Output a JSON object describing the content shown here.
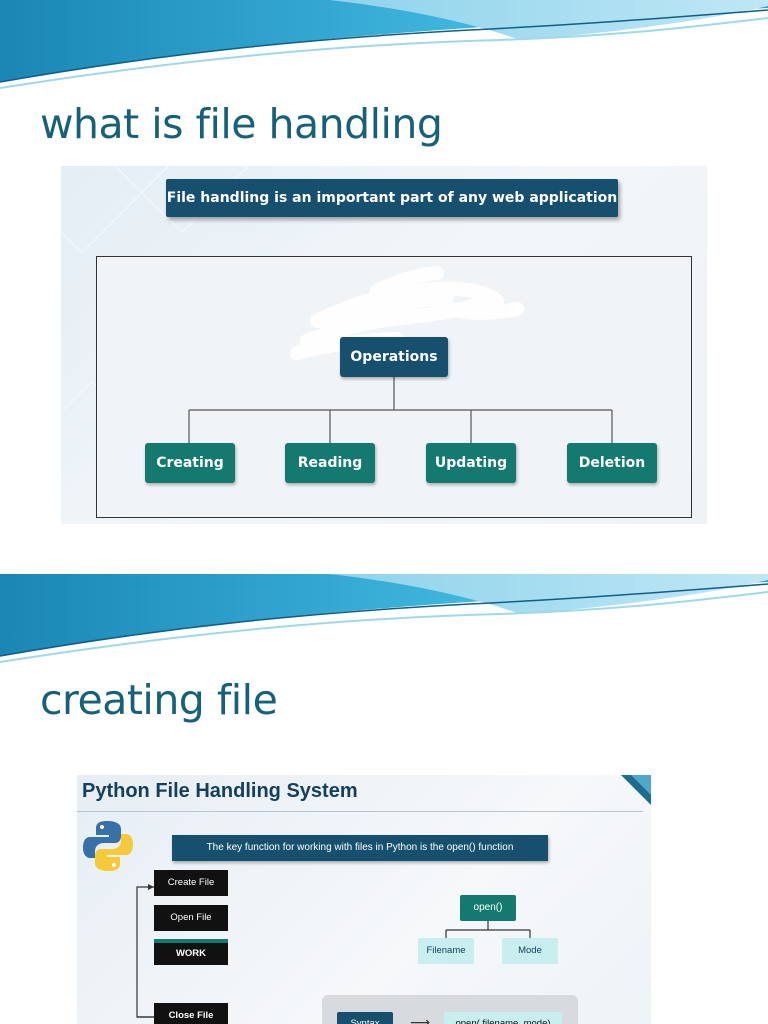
{
  "slides": [
    {
      "title": "what is file handling",
      "figure": {
        "banner": "File handling is an important part of any web application",
        "root": "Operations",
        "children": [
          "Creating",
          "Reading",
          "Updating",
          "Deletion"
        ]
      }
    },
    {
      "title": "creating file",
      "figure": {
        "heading": "Python File Handling System",
        "banner": "The key function for working with files in Python is the open() function",
        "steps": [
          "Create File",
          "Open File",
          "WORK",
          "Close File"
        ],
        "function": "open()",
        "params": [
          "Filename",
          "Mode"
        ],
        "syntax_label": "Syntax",
        "syntax_code": "open( filename, mode)"
      }
    }
  ],
  "colors": {
    "title": "#17607a",
    "navy": "#16506e",
    "teal": "#147a70",
    "light_teal": "#c9eef0"
  },
  "icons": {
    "slide_header": "wave-decoration",
    "python": "python-logo-icon",
    "arrow": "right-arrow-icon"
  }
}
